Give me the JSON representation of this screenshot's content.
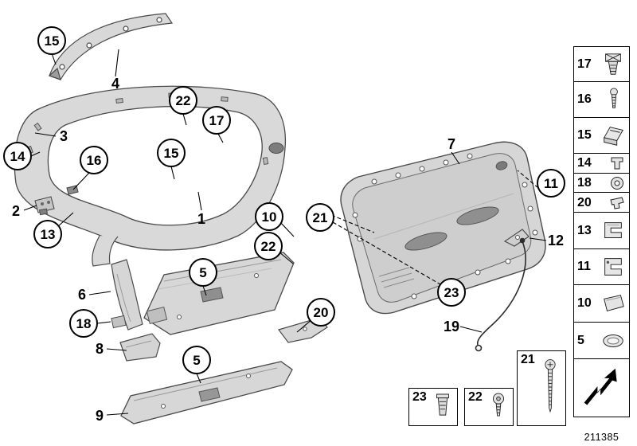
{
  "doc_number": "211385",
  "callouts": [
    {
      "label": "15"
    },
    {
      "label": "22"
    },
    {
      "label": "17"
    },
    {
      "label": "14"
    },
    {
      "label": "16"
    },
    {
      "label": "15"
    },
    {
      "label": "13"
    },
    {
      "label": "10"
    },
    {
      "label": "22"
    },
    {
      "label": "21"
    },
    {
      "label": "5"
    },
    {
      "label": "18"
    },
    {
      "label": "20"
    },
    {
      "label": "5"
    },
    {
      "label": "11"
    },
    {
      "label": "23"
    }
  ],
  "labels": [
    {
      "label": "4"
    },
    {
      "label": "3"
    },
    {
      "label": "2"
    },
    {
      "label": "1"
    },
    {
      "label": "6"
    },
    {
      "label": "8"
    },
    {
      "label": "9"
    },
    {
      "label": "7"
    },
    {
      "label": "12"
    },
    {
      "label": "19"
    }
  ],
  "sidebar": {
    "items": [
      {
        "label": "17",
        "icon": "expanding-rivet-icon"
      },
      {
        "label": "16",
        "icon": "screw-icon"
      },
      {
        "label": "15",
        "icon": "spring-clip-icon"
      },
      {
        "label": "14",
        "icon": "clip-icon"
      },
      {
        "label": "18",
        "icon": "grommet-icon"
      },
      {
        "label": "20",
        "icon": "clip-icon"
      },
      {
        "label": "13",
        "icon": "clamp-icon"
      },
      {
        "label": "11",
        "icon": "clip-icon"
      },
      {
        "label": "10",
        "icon": "cover-icon"
      },
      {
        "label": "5",
        "icon": "cap-icon"
      }
    ]
  },
  "fastener_boxes": [
    {
      "label": "23",
      "icon": "expanding-nut-icon"
    },
    {
      "label": "22",
      "icon": "screw-washer-icon"
    },
    {
      "label": "21",
      "icon": "long-screw-icon"
    }
  ],
  "colors": {
    "part_fill": "#d7d7d7",
    "part_stroke": "#4a4a4a",
    "detail_dark": "#8f8f8f"
  }
}
